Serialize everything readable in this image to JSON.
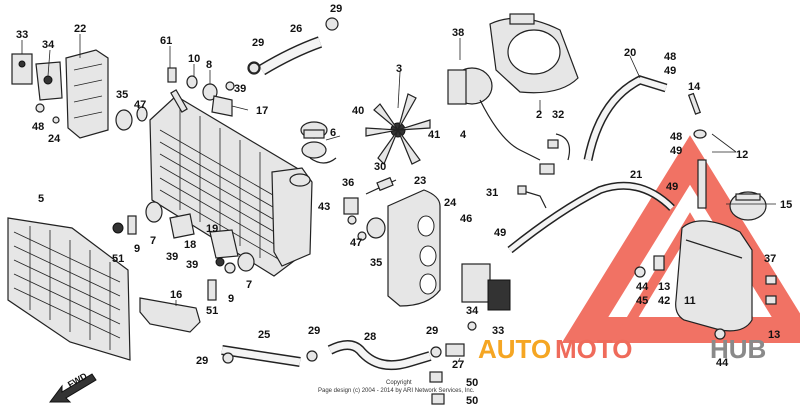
{
  "watermark": {
    "text_a": "AUTO",
    "text_b": "MOTO",
    "text_c": "HUB",
    "color_a": "#f5a623",
    "color_b": "#ef6b5b",
    "color_c": "#8a8a8a",
    "logo_color": "#ef5a4a"
  },
  "caption": {
    "line1": "Copyright",
    "line2": "Page design (c) 2004 - 2014 by ARI Network Services, Inc."
  },
  "fwd_label": "FWD",
  "callouts": {
    "c1": "33",
    "c2": "34",
    "c3": "22",
    "c4": "48",
    "c5": "24",
    "c6": "35",
    "c7": "47",
    "c8": "61",
    "c9": "10",
    "c10": "8",
    "c11": "39",
    "c12": "17",
    "c13": "29",
    "c14": "26",
    "c15": "29",
    "c16": "3",
    "c17": "38",
    "c18": "2",
    "c19": "20",
    "c20": "48",
    "c21": "49",
    "c22": "14",
    "c23": "40",
    "c24": "6",
    "c25": "41",
    "c26": "4",
    "c27": "32",
    "c28": "48",
    "c29": "49",
    "c30": "12",
    "c31": "5",
    "c32": "7",
    "c33": "9",
    "c34": "51",
    "c35": "18",
    "c36": "39",
    "c37": "19",
    "c38": "39",
    "c39": "7",
    "c40": "9",
    "c41": "51",
    "c42": "36",
    "c43": "43",
    "c44": "30",
    "c45": "23",
    "c46": "24",
    "c47": "46",
    "c48": "47",
    "c49": "35",
    "c50": "31",
    "c51": "21",
    "c52": "49",
    "c53": "49",
    "c54": "15",
    "c55": "16",
    "c56": "25",
    "c57": "29",
    "c58": "28",
    "c59": "29",
    "c60": "34",
    "c61": "33",
    "c62": "29",
    "c63": "27",
    "c64": "50",
    "c65": "50",
    "c66": "44",
    "c67": "45",
    "c68": "13",
    "c69": "42",
    "c70": "11",
    "c71": "37",
    "c72": "13",
    "c73": "44"
  }
}
